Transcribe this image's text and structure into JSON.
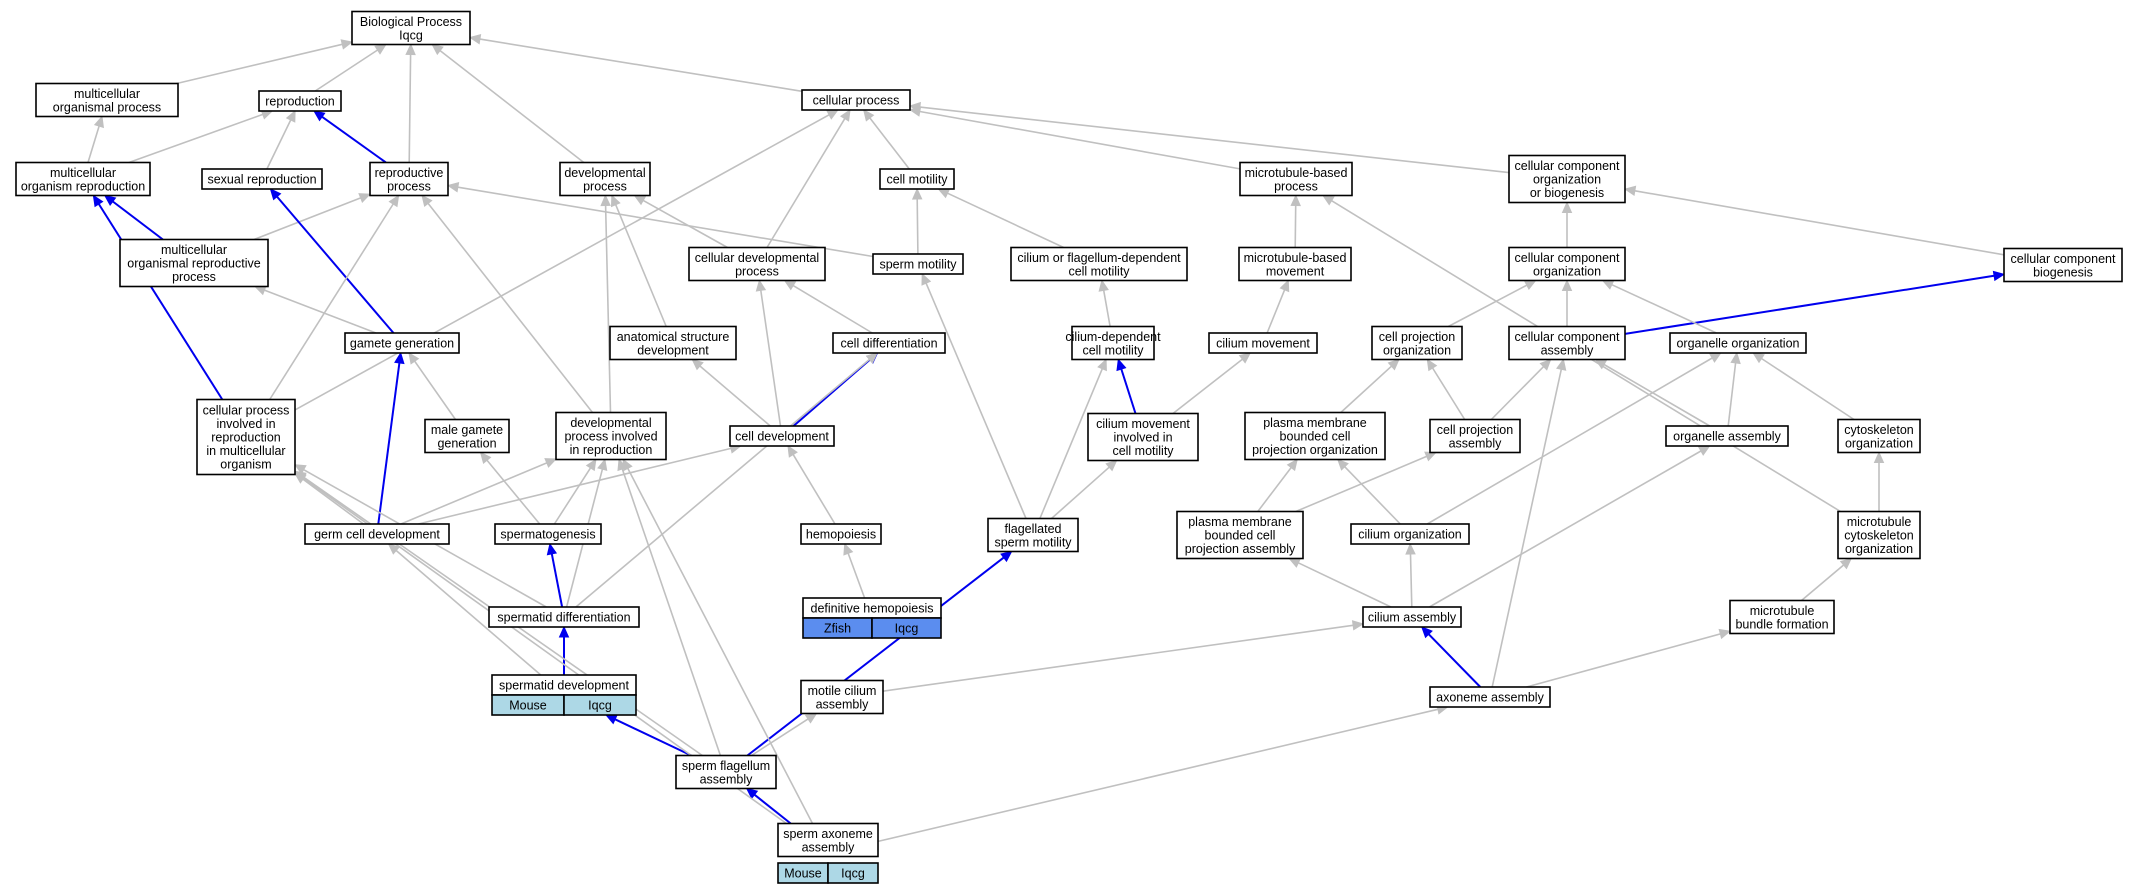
{
  "colors": {
    "edge_default": "#c0c0c0",
    "edge_highlight": "#0000ee",
    "zfish_cell": "#5b8def",
    "mouse_cell": "#add8e6"
  },
  "nodes": {
    "bp": [
      "Biological Process",
      "Iqcg"
    ],
    "mop": [
      "multicellular",
      "organismal process"
    ],
    "repro": [
      "reproduction"
    ],
    "cp": [
      "cellular process"
    ],
    "mor": [
      "multicellular",
      "organism reproduction"
    ],
    "sexrep": [
      "sexual reproduction"
    ],
    "repproc": [
      "reproductive",
      "process"
    ],
    "devproc": [
      "developmental",
      "process"
    ],
    "cellmot": [
      "cell motility"
    ],
    "mtbp": [
      "microtubule-based",
      "process"
    ],
    "ccob": [
      "cellular component",
      "organization",
      "or biogenesis"
    ],
    "morp": [
      "multicellular",
      "organismal reproductive",
      "process"
    ],
    "celldevproc": [
      "cellular developmental",
      "process"
    ],
    "spermmot": [
      "sperm motility"
    ],
    "cfdcm": [
      "cilium or flagellum-dependent",
      "cell motility"
    ],
    "mtbm": [
      "microtubule-based",
      "movement"
    ],
    "cco": [
      "cellular component",
      "organization"
    ],
    "ccb": [
      "cellular component",
      "biogenesis"
    ],
    "gamgen": [
      "gamete generation"
    ],
    "asd": [
      "anatomical structure",
      "development"
    ],
    "celldiff": [
      "cell differentiation"
    ],
    "cdcm": [
      "cilium-dependent",
      "cell motility"
    ],
    "cilmov": [
      "cilium movement"
    ],
    "cpo": [
      "cell projection",
      "organization"
    ],
    "cca": [
      "cellular component",
      "assembly"
    ],
    "orgorg": [
      "organelle organization"
    ],
    "cpir": [
      "cellular process",
      "involved in",
      "reproduction",
      "in multicellular",
      "organism"
    ],
    "mgg": [
      "male gamete",
      "generation"
    ],
    "dpir": [
      "developmental",
      "process involved",
      "in reproduction"
    ],
    "celldev": [
      "cell development"
    ],
    "cmicm": [
      "cilium movement",
      "involved in",
      "cell motility"
    ],
    "pmbcpo": [
      "plasma membrane",
      "bounded cell",
      "projection organization"
    ],
    "cpa": [
      "cell projection",
      "assembly"
    ],
    "orgasm": [
      "organelle assembly"
    ],
    "cytoorg": [
      "cytoskeleton",
      "organization"
    ],
    "gcd": [
      "germ cell development"
    ],
    "spermgen": [
      "spermatogenesis"
    ],
    "hemo": [
      "hemopoiesis"
    ],
    "flagsm": [
      "flagellated",
      "sperm motility"
    ],
    "pmbcpa": [
      "plasma membrane",
      "bounded cell",
      "projection assembly"
    ],
    "cilorg": [
      "cilium organization"
    ],
    "mtco": [
      "microtubule",
      "cytoskeleton",
      "organization"
    ],
    "spermdiff": [
      "spermatid differentiation"
    ],
    "defhemo": [
      "definitive hemopoiesis"
    ],
    "cilasm": [
      "cilium assembly"
    ],
    "mtbf": [
      "microtubule",
      "bundle formation"
    ],
    "spermdev": [
      "spermatid development"
    ],
    "motcil": [
      "motile cilium",
      "assembly"
    ],
    "axoasm": [
      "axoneme assembly"
    ],
    "sfa": [
      "sperm flagellum",
      "assembly"
    ],
    "saa": [
      "sperm axoneme",
      "assembly"
    ]
  },
  "tables": {
    "defhemo": [
      "Zfish",
      "Iqcg"
    ],
    "spermdev": [
      "Mouse",
      "Iqcg"
    ],
    "saa": [
      "Mouse",
      "Iqcg"
    ]
  }
}
